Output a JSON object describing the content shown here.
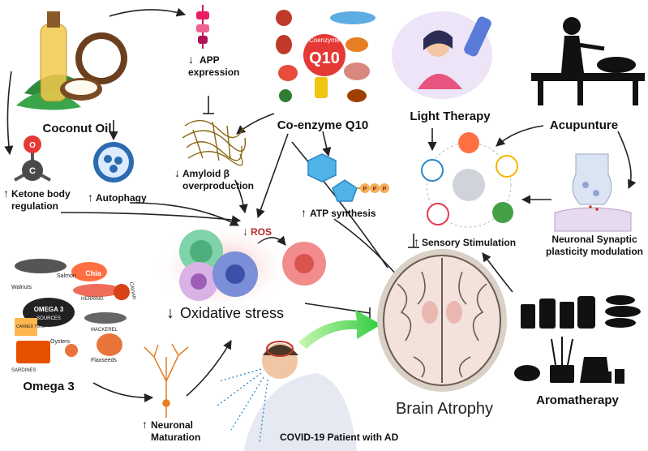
{
  "labels": {
    "coconut_oil": "Coconut Oil",
    "app_up": "↓",
    "app_line1": "APP",
    "app_line2": "expression",
    "coq10": "Co-enzyme Q10",
    "light_therapy": "Light Therapy",
    "acupunture": "Acupunture",
    "ketone_arrow": "↑",
    "ketone_line1": "Ketone body",
    "ketone_line2": "regulation",
    "autophagy_arrow": "↑",
    "autophagy": "Autophagy",
    "amyloid_line1": "Amyloid β",
    "amyloid_line2": "overproduction",
    "amyloid_arrow": "↓",
    "ros_arrow": "↓",
    "ros": "ROS",
    "atp_arrow": "↑",
    "atp": "ATP synthesis",
    "sensory_arrow": "↑",
    "sensory": "Sensory Stimulation",
    "neuronal_line1": "Neuronal Synaptic",
    "neuronal_line2": "plasticity modulation",
    "oxidative_arrow": "↓",
    "oxidative": "Oxidative stress",
    "omega": "Omega 3",
    "maturation_arrow": "↑",
    "maturation_line1": "Neuronal",
    "maturation_line2": "Maturation",
    "covid": "COVID-19 Patient with AD",
    "brain_atrophy": "Brain Atrophy",
    "aromatherapy": "Aromatherapy"
  },
  "icon_text": {
    "coenzyme_small": "Coenzyme",
    "q10": "Q10",
    "omega_big": "OMEGA 3",
    "omega_sources": "SOURCES",
    "chia": "Chia",
    "salmon": "Salmon",
    "herring": "HERRING",
    "walnuts": "Walnuts",
    "caviar": "CAVIAR",
    "canned_tuna": "CANNED TUNA",
    "mackerel": "MACKEREL",
    "oysters": "Oysters",
    "sardines": "SARDINES",
    "flaxseeds": "Flaxseeds",
    "carbon": "C",
    "oxygen": "O",
    "atp_p": "P"
  },
  "colors": {
    "arrow": "#222222",
    "ros_red": "#b22222",
    "green_arrow": "#2ecc40",
    "sensory_blue": "#2b86c5",
    "brain_pink": "#e8b8b0"
  }
}
